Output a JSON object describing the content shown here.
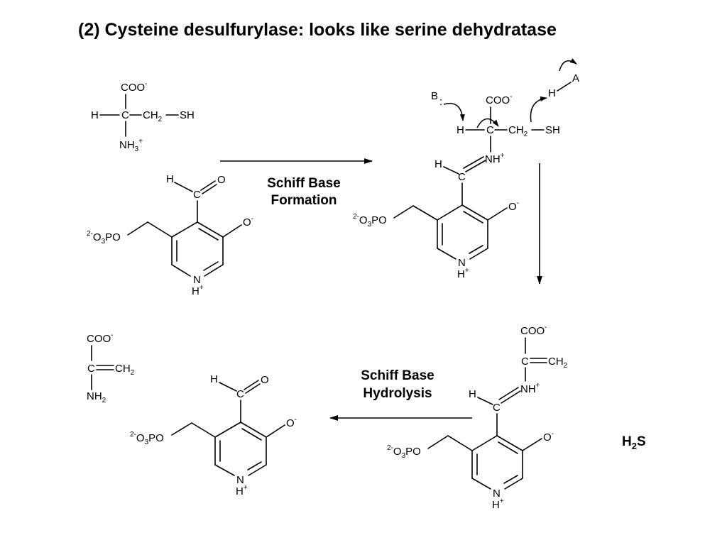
{
  "title": "(2) Cysteine desulfurylase: looks like serine dehydratase",
  "steps": {
    "formation_line1": "Schiff Base",
    "formation_line2": "Formation",
    "hydrolysis_line1": "Schiff Base",
    "hydrolysis_line2": "Hydrolysis"
  },
  "byproduct": {
    "main": "H",
    "sub": "2",
    "tail": "S"
  },
  "atoms": {
    "C": "C",
    "H": "H",
    "O": "O",
    "N": "N",
    "S": "S",
    "COO": "COO",
    "CH": "CH",
    "NH": "NH",
    "SH": "SH",
    "PO": "PO",
    "B": "B",
    "A": "A"
  },
  "charges": {
    "minus": "-",
    "plus": "+",
    "two_minus": "2-"
  },
  "subscripts": {
    "two": "2",
    "three": "3"
  },
  "lone_pair": ":"
}
